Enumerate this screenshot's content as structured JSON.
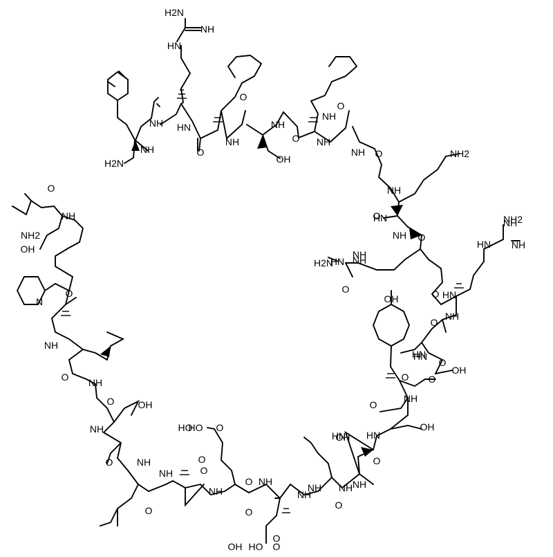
{
  "diagram": {
    "type": "peptide-structure",
    "atom_labels": [
      "H2N",
      "NH",
      "HN",
      "NH",
      "HN",
      "H2N",
      "NH",
      "NH",
      "O",
      "NH",
      "O",
      "OH",
      "NH",
      "O",
      "NH",
      "O",
      "NH",
      "O",
      "NH",
      "NH2",
      "NH",
      "O",
      "HN",
      "O",
      "HN",
      "NH",
      "O",
      "HN",
      "NH",
      "NH2",
      "NH",
      "O",
      "HN",
      "HN",
      "H2N",
      "NH",
      "NH",
      "O",
      "HN",
      "O",
      "OH",
      "OH",
      "O",
      "NH",
      "O",
      "HN",
      "OH",
      "O",
      "NH",
      "NH",
      "O",
      "OH",
      "HN",
      "O",
      "NH",
      "NH2",
      "OH",
      "NH",
      "O",
      "N",
      "O",
      "NH",
      "O",
      "NH",
      "O",
      "NH",
      "OH",
      "NH",
      "O",
      "HO",
      "O",
      "NH",
      "O",
      "HO",
      "O",
      "OH",
      "NH",
      "O",
      "NH",
      "O",
      "NH",
      "O",
      "O",
      "HO",
      "O"
    ]
  }
}
